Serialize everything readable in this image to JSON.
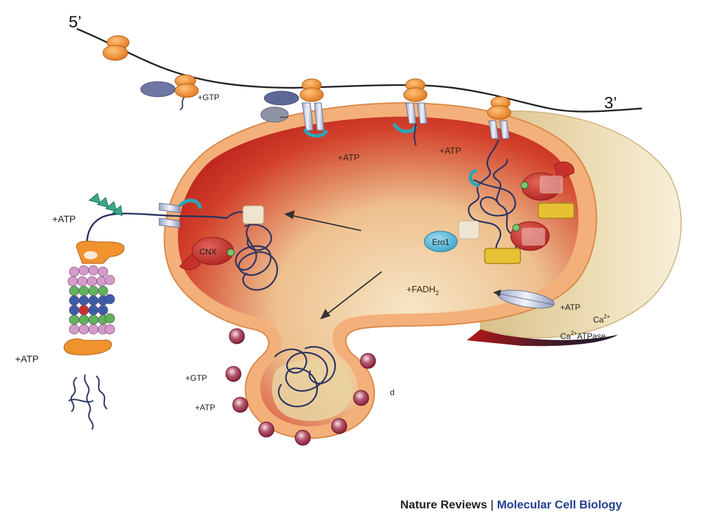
{
  "diagram": {
    "mrna_5prime": "5’",
    "mrna_3prime": "3’",
    "gtp_top": "+GTP",
    "atp_lumen_left": "+ATP",
    "atp_lumen_right": "+ATP",
    "atp_retrotranslocon": "+ATP",
    "atp_proteasome": "+ATP",
    "cnx": "CNX",
    "ero1": "Ero1",
    "fadh2_prefix": "+FADH",
    "fadh2_sub": "2",
    "atp_pump": "+ATP",
    "ca_ion": "Ca",
    "ca_ion_sup": "2+",
    "ca_atpase_ca": "Ca",
    "ca_atpase_sup": "2+",
    "ca_atpase_rest": "ATPase",
    "gtp_vesicle": "+GTP",
    "atp_vesicle": "+ATP",
    "panel_letter": "d"
  },
  "credit": {
    "publisher": "Nature Reviews",
    "separator": " | ",
    "journal": "Molecular Cell Biology"
  },
  "colors": {
    "ribosome": "#f0922e",
    "er_membrane": "#f5b27a",
    "er_lumen_red": "#c41e1e",
    "er_lumen_light": "#f4e3c2",
    "er_side": "#e8d6a8",
    "chaperone": "#c9a24a",
    "cnx": "#c8312b",
    "ero1": "#58b8d8",
    "vesicle_coat": "#8e2440",
    "polypeptide": "#2a3360",
    "journal_blue": "#233f8f"
  }
}
